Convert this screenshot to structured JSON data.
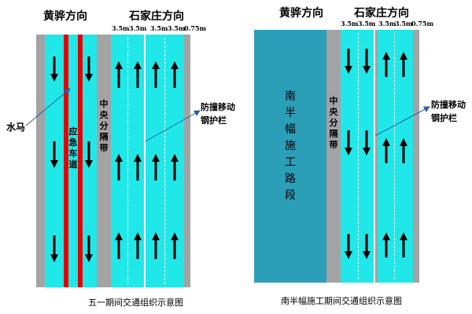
{
  "left_diagram": {
    "direction_left": "黄骅方向",
    "direction_right": "石家庄方向",
    "lane_widths": [
      "3.5m",
      "3.5m",
      "3.5m",
      "3.5m",
      "0.75m"
    ],
    "label_water_horse": "水马",
    "label_emergency_lane": "应急车道",
    "label_median": "中央分隔带",
    "label_barrier_line1": "防撞移动",
    "label_barrier_line2": "钢护栏",
    "caption": "五一期间交通组织示意图"
  },
  "right_diagram": {
    "direction_left": "黄骅方向",
    "direction_right": "石家庄方向",
    "lane_widths": [
      "3.5m",
      "3.5m",
      "3.5m",
      "3.5m",
      "0.75m"
    ],
    "label_construction": "南半幅施工路段",
    "label_median": "中央分隔带",
    "label_barrier_line1": "防撞移动",
    "label_barrier_line2": "钢护栏",
    "caption": "南半幅施工期间交通组织示意图"
  },
  "colors": {
    "lane": "#21e8e8",
    "construction": "#2c9fb8",
    "separator": "#a3a3a3",
    "emergency": "#e40000",
    "arrow": "#000000",
    "leader": "#2a5fa8"
  }
}
